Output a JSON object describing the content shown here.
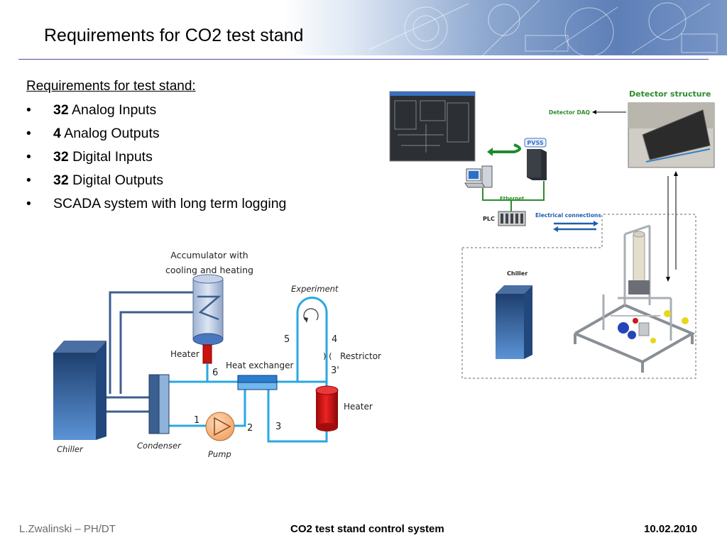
{
  "slide": {
    "title": "Requirements for CO2 test stand",
    "requirements_heading": "Requirements for test stand",
    "requirements_colon": ":",
    "requirements": [
      {
        "count": "32",
        "label": " Analog Inputs"
      },
      {
        "count": "4",
        "label": " Analog Outputs"
      },
      {
        "count": "32",
        "label": " Digital Inputs"
      },
      {
        "count": "32",
        "label": " Digital Outputs"
      },
      {
        "count": "",
        "label": "SCADA system with long term logging"
      }
    ],
    "bullet_glyph": "•"
  },
  "schematic": {
    "accumulator_line1": "Accumulator with",
    "accumulator_line2": "cooling and heating",
    "heater_top": "Heater",
    "heat_exchanger": "Heat exchanger",
    "experiment": "Experiment",
    "restrictor": "Restrictor",
    "restrictor_symbol": ")  (",
    "heater_right": "Heater",
    "chiller": "Chiller",
    "condenser": "Condenser",
    "pump": "Pump",
    "points": {
      "p1": "1",
      "p2": "2",
      "p3": "3",
      "p3prime": "3'",
      "p4": "4",
      "p5": "5",
      "p6": "6"
    }
  },
  "architecture": {
    "detector_structure": "Detector structure",
    "detector_daq": "Detector DAQ",
    "pvss": "PVSS",
    "ethernet": "Ethernet",
    "plc": "PLC",
    "electrical_connections": "Electrical connections",
    "chiller": "Chiller"
  },
  "footer": {
    "author": "L.Zwalinski – PH/DT",
    "title": "CO2 test stand control system",
    "date": "10.02.2010"
  },
  "colors": {
    "title_rule": "#4a4aa8",
    "pipe": "#29a8e0",
    "pipe_dark": "#3d5f8f",
    "heater_red": "#cc1111",
    "green_label": "#2e8b2e",
    "blue_label": "#1f5fb0"
  }
}
